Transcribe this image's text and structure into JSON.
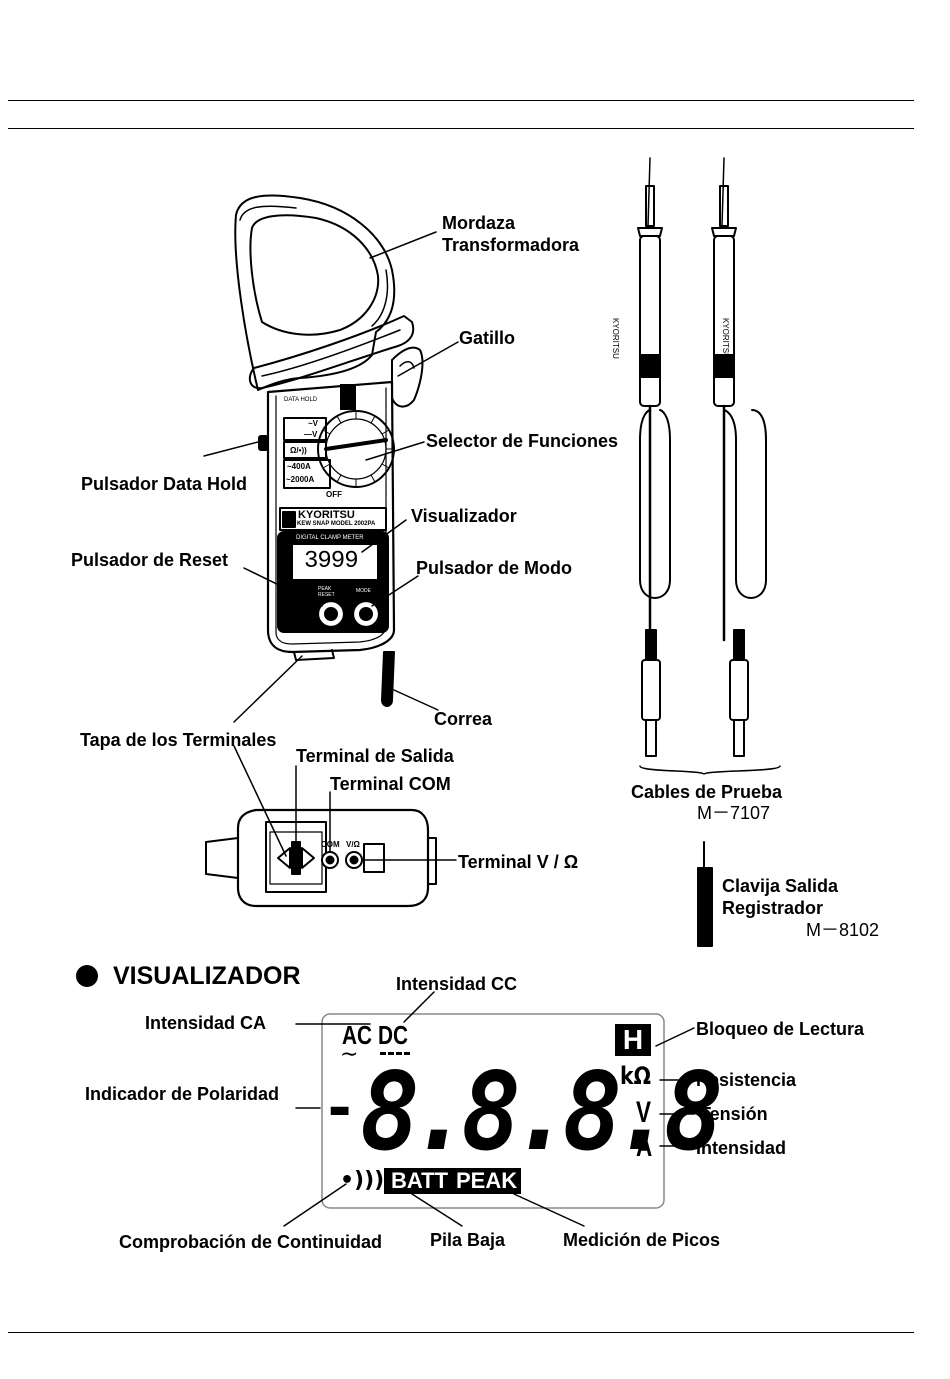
{
  "labels": {
    "mordaza_1": "Mordaza",
    "mordaza_2": "Transformadora",
    "gatillo": "Gatillo",
    "selector": "Selector de Funciones",
    "data_hold": "Pulsador Data Hold",
    "visualizador": "Visualizador",
    "reset": "Pulsador de Reset",
    "modo": "Pulsador de Modo",
    "correa": "Correa",
    "tapa": "Tapa de los Terminales",
    "salida": "Terminal de Salida",
    "com": "Terminal COM",
    "vohm": "Terminal V / Ω",
    "cables": "Cables de Prueba",
    "cables_model": "M－7107",
    "clavija_1": "Clavija Salida",
    "clavija_2": "Registrador",
    "clavija_model": "M－8102"
  },
  "section": {
    "title": "VISUALIZADOR"
  },
  "display_labels": {
    "intensidad_cc": "Intensidad CC",
    "intensidad_ca": "Intensidad CA",
    "polaridad": "Indicador de Polaridad",
    "bloqueo": "Bloqueo de Lectura",
    "resistencia": "Resistencia",
    "tension": "Tensión",
    "intensidad": "Intensidad",
    "continuidad": "Comprobación de Continuidad",
    "pila": "Pila Baja",
    "picos": "Medición de Picos"
  },
  "lcd": {
    "ac": "AC",
    "dc": "DC",
    "h": "H",
    "kohm": "kΩ",
    "v": "V",
    "a": "A",
    "batt": "BATT",
    "peak": "PEAK",
    "digits": "8.8.8.8",
    "sign": "-"
  },
  "meter": {
    "brand": "KYORITSU",
    "model": "KEW SNAP MODEL 2002PA",
    "subtitle": "DIGITAL CLAMP METER",
    "reading": "3999",
    "data_hold": "DATA HOLD",
    "off": "OFF",
    "range_v1": "~V",
    "range_v2": "—V",
    "range_ohm": "Ω/•))",
    "range_a1": "~400A",
    "range_a2": "~2000A",
    "peak_reset": "PEAK RESET",
    "mode_label": "MODE",
    "probe_brand": "KYORITSU",
    "term_com": "COM",
    "term_v": "V/Ω"
  }
}
